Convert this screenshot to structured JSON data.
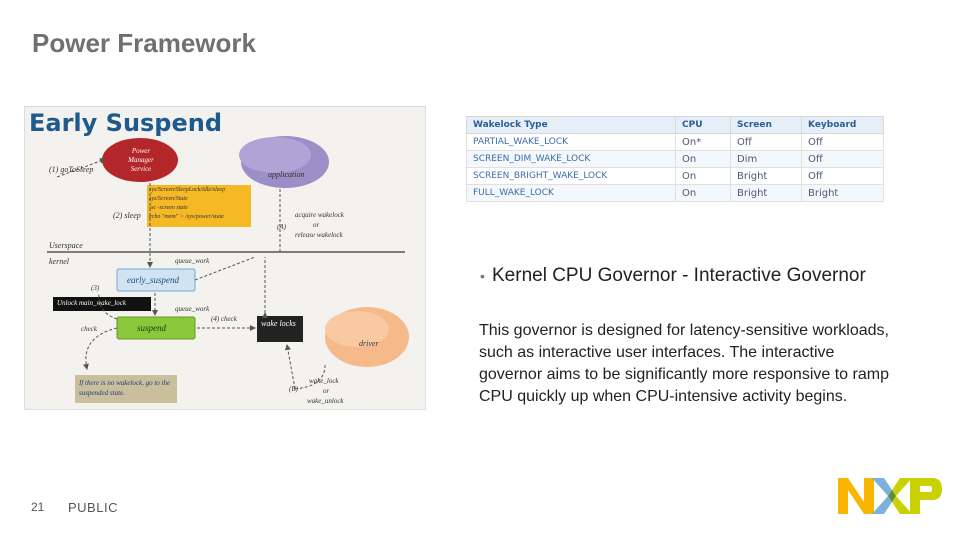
{
  "slide": {
    "title": "Power Framework",
    "page_number": "21",
    "classification": "PUBLIC"
  },
  "diagram": {
    "title": "Early Suspend",
    "power_manager": "Power Manager Service",
    "application": "application",
    "driver": "driver",
    "goto_sleep": "(1) goToSleep",
    "step2": "(2) sleep",
    "note_lines": [
      "sys/Screen/SleepLock/idle/sleep",
      "sys/Screen/State",
      "-sc -screen state",
      "echo \"mem\" > /sys/power/state"
    ],
    "acquire": "acquire wakelock",
    "or1": "or",
    "release": "release wakelock",
    "step_a1": "(A)",
    "userspace": "Userspace",
    "kernel": "kernel",
    "queue_work_1": "queue_work",
    "queue_work_2": "queue_work",
    "step3": "(3)",
    "early_suspend": "early_suspend",
    "unlock_note": "Unlock main_wake_lock",
    "check1": "check",
    "suspend": "suspend",
    "step4": "(4) check",
    "wake_locks": "wake locks",
    "no_wakelock_note": "If there is no wakelock, go to the suspended state.",
    "wake_lock": "wake_lock",
    "or2": "or",
    "wake_unlock": "wake_unlock",
    "step_b": "(B)"
  },
  "wakelock_table": {
    "headers": [
      "Wakelock Type",
      "CPU",
      "Screen",
      "Keyboard"
    ],
    "rows": [
      [
        "PARTIAL_WAKE_LOCK",
        "On*",
        "Off",
        "Off"
      ],
      [
        "SCREEN_DIM_WAKE_LOCK",
        "On",
        "Dim",
        "Off"
      ],
      [
        "SCREEN_BRIGHT_WAKE_LOCK",
        "On",
        "Bright",
        "Off"
      ],
      [
        "FULL_WAKE_LOCK",
        "On",
        "Bright",
        "Bright"
      ]
    ]
  },
  "bullet": "Kernel CPU Governor - Interactive Governor",
  "bullet_marker": "•",
  "body": "This governor is designed for latency-sensitive workloads, such as interactive user interfaces. The interactive governor aims to be significantly more responsive to ramp CPU quickly up when CPU-intensive activity begins.",
  "logo": {
    "text": "NXP",
    "colors": {
      "n": "#f9b500",
      "x_left": "#7bb1db",
      "x_right": "#c9d200",
      "p": "#c9d200"
    }
  }
}
